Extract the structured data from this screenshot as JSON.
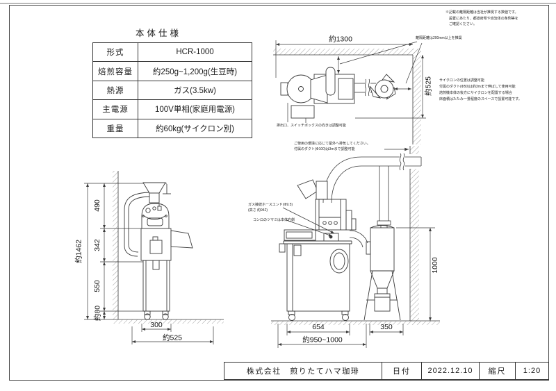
{
  "sheet": {
    "disclaimer": [
      "※記載の離隔距離は当社が推奨する数値です。",
      "設置にあたり、都道府県や自治体の条例等を",
      "ご確認ください。"
    ]
  },
  "spec_table": {
    "title": "本体仕様",
    "rows": [
      {
        "label": "形式",
        "value": "HCR-1000"
      },
      {
        "label": "焙煎容量",
        "value": "約250g~1,200g(生豆時)"
      },
      {
        "label": "熱源",
        "value": "ガス(3.5kw)"
      },
      {
        "label": "主電源",
        "value": "100V単相(家庭用電源)"
      },
      {
        "label": "重量",
        "value": "約60kg(サイクロン別)"
      }
    ]
  },
  "top_view": {
    "dim_width": "約1300",
    "dim_depth": "約525",
    "clearance_note": "離隔距離は200mm以上を推奨",
    "outlet_note": "排出口、スイッチボックスの向きは調整可能"
  },
  "cyclone_note": [
    "サイクロンの位置は調整可能",
    "付属のダクト(Φ50)は約3mまで伸ばして使用可能",
    "焙煎機本体の後方にサイクロンを配置する場合",
    "床面積はたたみ一畳程度のスペースで設置可能です。"
  ],
  "exhaust_note": [
    "ご使用の環境に応じて屋外へ排気してください。",
    "付属のダクト(Φ100)は3mまで調整可能"
  ],
  "gas_note": [
    "ガス接続ホースエンド(Φ9.5)",
    "(高さ 約942)",
    "コンロのツマミは本体右側"
  ],
  "front_view": {
    "dim_total_height": "約1462",
    "dim_h1": "490",
    "dim_h2": "342",
    "dim_h3": "550",
    "dim_h4": "約80",
    "dim_base": "300",
    "dim_depth": "約525"
  },
  "main_view": {
    "dim_body": "654",
    "dim_total": "約950~1000",
    "dim_cyclone_w": "350",
    "dim_cyclone_h": "1000"
  },
  "title_block": {
    "company": "株式会社　煎りたてハマ珈琲",
    "date_label": "日付",
    "date_value": "2022.12.10",
    "scale_label": "縮尺",
    "scale_value": "1:20"
  }
}
